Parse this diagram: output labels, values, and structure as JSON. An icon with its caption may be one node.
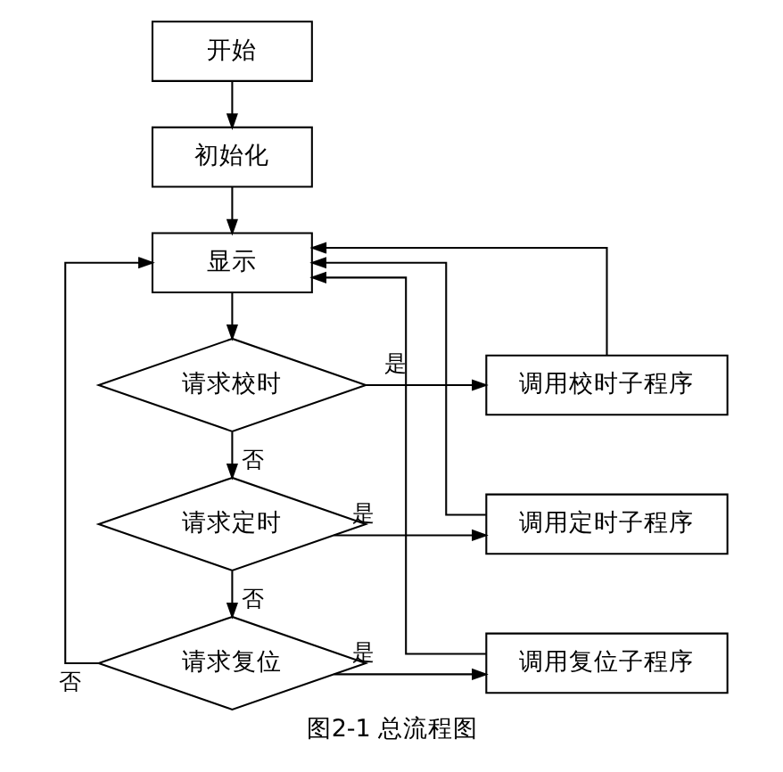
{
  "diagram": {
    "caption": "图2-1 总流程图",
    "nodes": [
      {
        "text": [
          "开始"
        ]
      },
      {
        "text": [
          "初始化"
        ]
      },
      {
        "text": [
          "显示"
        ]
      },
      {
        "text": [
          "请求校时"
        ]
      },
      {
        "text": [
          "调用校时子程序"
        ]
      },
      {
        "text": [
          "请求定时"
        ]
      },
      {
        "text": [
          "调用定时子程序"
        ]
      },
      {
        "text": [
          "请求复位"
        ]
      },
      {
        "text": [
          "调用复位子程序"
        ]
      }
    ],
    "edges": [
      {
        "from": 0,
        "to": 1,
        "arrow": "to"
      },
      {
        "from": 1,
        "to": 2,
        "arrow": "to"
      },
      {
        "from": 2,
        "to": 3,
        "arrow": "to"
      },
      {
        "from": 3,
        "to": 4,
        "arrow": "to",
        "label": "是"
      },
      {
        "from": 3,
        "to": 5,
        "arrow": "to",
        "label": "否"
      },
      {
        "from": 4,
        "to": 2,
        "arrow": "to"
      },
      {
        "from": 5,
        "to": 6,
        "arrow": "to",
        "label": "是"
      },
      {
        "from": 5,
        "to": 7,
        "arrow": "to",
        "label": "否"
      },
      {
        "from": 6,
        "to": 2,
        "arrow": "to"
      },
      {
        "from": 7,
        "to": 8,
        "arrow": "to",
        "label": "是"
      },
      {
        "from": 8,
        "to": 2,
        "arrow": "to"
      },
      {
        "from": 7,
        "to": 2,
        "arrow": "to",
        "label": "否"
      }
    ]
  }
}
